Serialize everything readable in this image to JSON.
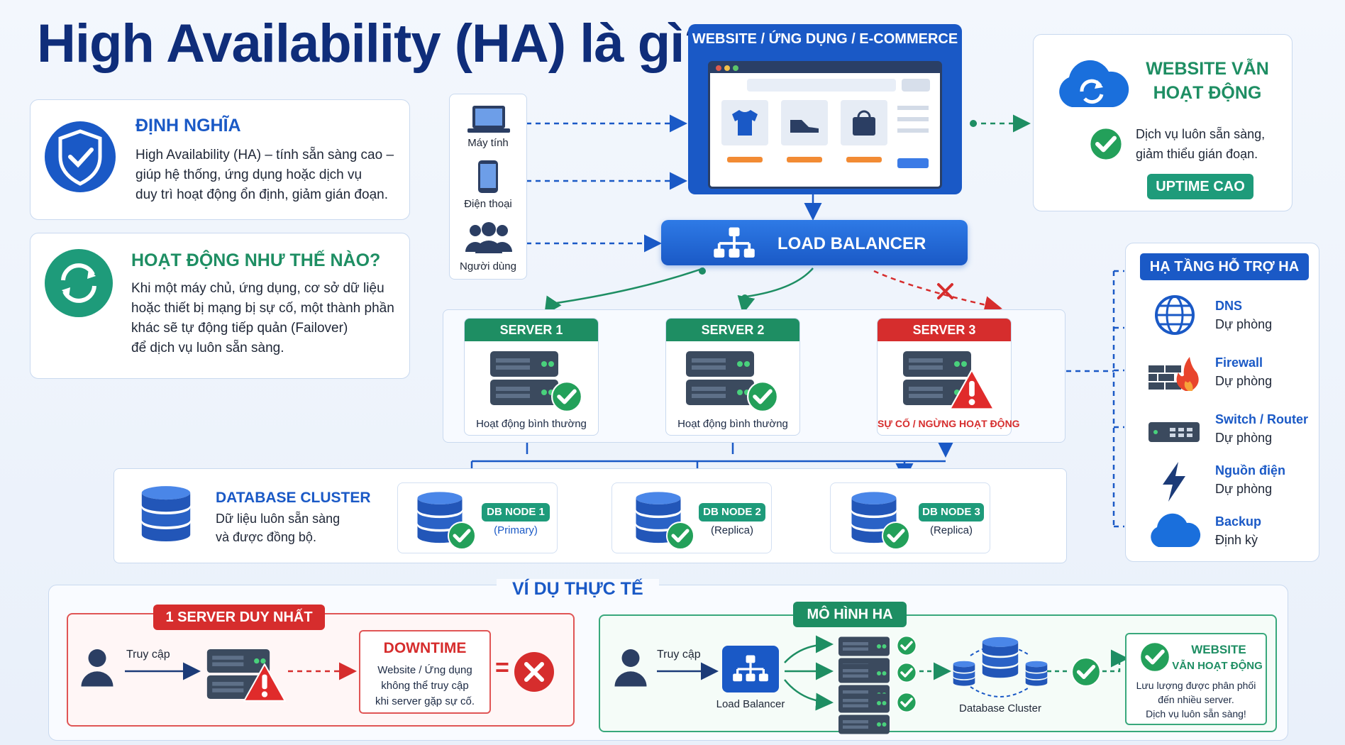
{
  "title": "High Availability (HA) là gì?",
  "definition": {
    "heading": "ĐỊNH NGHĨA",
    "lines": [
      "High Availability (HA) – tính sẵn sàng cao –",
      "giúp hệ thống, ứng dụng hoặc dịch vụ",
      "duy trì hoạt động ổn định, giảm gián đoạn."
    ]
  },
  "how": {
    "heading": "HOẠT ĐỘNG NHƯ THẾ NÀO?",
    "lines": [
      "Khi một máy chủ, ứng dụng, cơ sở dữ liệu",
      "hoặc thiết bị mạng bị sự cố, một thành phần",
      "khác sẽ tự động tiếp quản (Failover)",
      "để dịch vụ luôn sẵn sàng."
    ]
  },
  "clients": [
    "Máy tính",
    "Điện thoại",
    "Người dùng"
  ],
  "website": {
    "label": "WEBSITE / ỨNG DỤNG / E-COMMERCE"
  },
  "status": {
    "heading_1": "WEBSITE VẪN",
    "heading_2": "HOẠT ĐỘNG",
    "line_1": "Dịch vụ luôn sẵn sàng,",
    "line_2": "giảm thiểu gián đoạn.",
    "badge": "UPTIME CAO"
  },
  "load_balancer": "LOAD BALANCER",
  "servers": [
    {
      "name": "SERVER 1",
      "caption": "Hoạt động bình thường",
      "state": "ok"
    },
    {
      "name": "SERVER 2",
      "caption": "Hoạt động bình thường",
      "state": "ok"
    },
    {
      "name": "SERVER 3",
      "caption": "SỰ CỐ / NGỪNG HOẠT ĐỘNG",
      "state": "fail"
    }
  ],
  "database": {
    "heading": "DATABASE CLUSTER",
    "line_1": "Dữ liệu luôn sẵn sàng",
    "line_2": "và được đồng bộ.",
    "nodes": [
      {
        "name": "DB NODE 1",
        "role": "(Primary)"
      },
      {
        "name": "DB NODE 2",
        "role": "(Replica)"
      },
      {
        "name": "DB NODE 3",
        "role": "(Replica)"
      }
    ]
  },
  "infra": {
    "heading": "HẠ TẦNG HỖ TRỢ HA",
    "items": [
      {
        "name": "DNS",
        "sub": "Dự phòng"
      },
      {
        "name": "Firewall",
        "sub": "Dự phòng"
      },
      {
        "name": "Switch / Router",
        "sub": "Dự phòng"
      },
      {
        "name": "Nguồn điện",
        "sub": "Dự phòng"
      },
      {
        "name": "Backup",
        "sub": "Định kỳ"
      }
    ]
  },
  "example": {
    "heading": "VÍ DỤ THỰC TẾ",
    "single": {
      "badge": "1 SERVER DUY NHẤT",
      "access": "Truy cập",
      "downtime": "DOWNTIME",
      "lines": [
        "Website / Ứng dụng",
        "không thể truy cập",
        "khi server gặp sự cố."
      ],
      "equals": "="
    },
    "ha": {
      "badge": "MÔ HÌNH HA",
      "access": "Truy cập",
      "lb": "Load Balancer",
      "db": "Database Cluster",
      "heading_1": "WEBSITE",
      "heading_2": "VẪN HOẠT ĐỘNG",
      "lines": [
        "Lưu lượng được phân phối",
        "đến nhiều server.",
        "Dịch vụ luôn sẵn sàng!"
      ]
    }
  },
  "colors": {
    "navy": "#0f2d7a",
    "blue": "#1a59c6",
    "green": "#1e8e63",
    "red": "#d62d2d"
  }
}
